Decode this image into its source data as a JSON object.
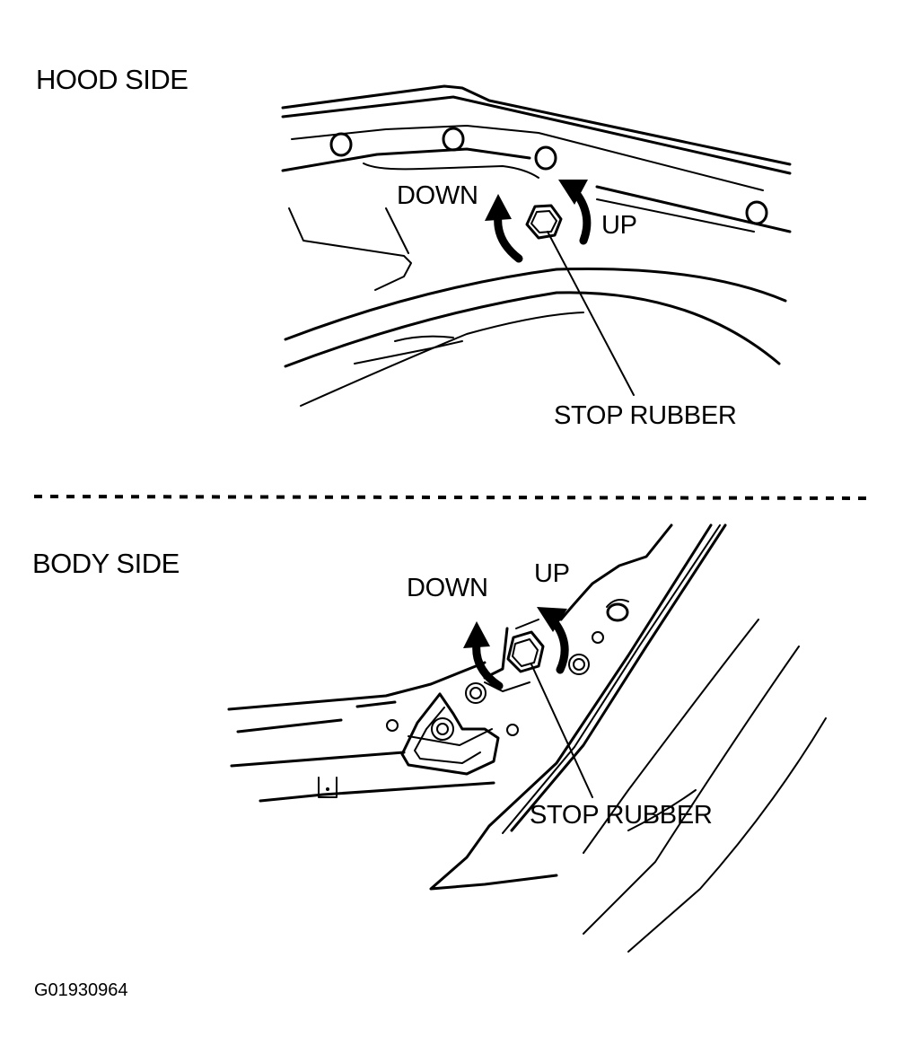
{
  "hood_side": {
    "title": "HOOD SIDE",
    "down_label": "DOWN",
    "up_label": "UP",
    "part_label": "STOP RUBBER"
  },
  "body_side": {
    "title": "BODY SIDE",
    "down_label": "DOWN",
    "up_label": "UP",
    "part_label": "STOP RUBBER"
  },
  "figure_id": "G01930964",
  "colors": {
    "ink": "#000000",
    "background": "#ffffff"
  }
}
